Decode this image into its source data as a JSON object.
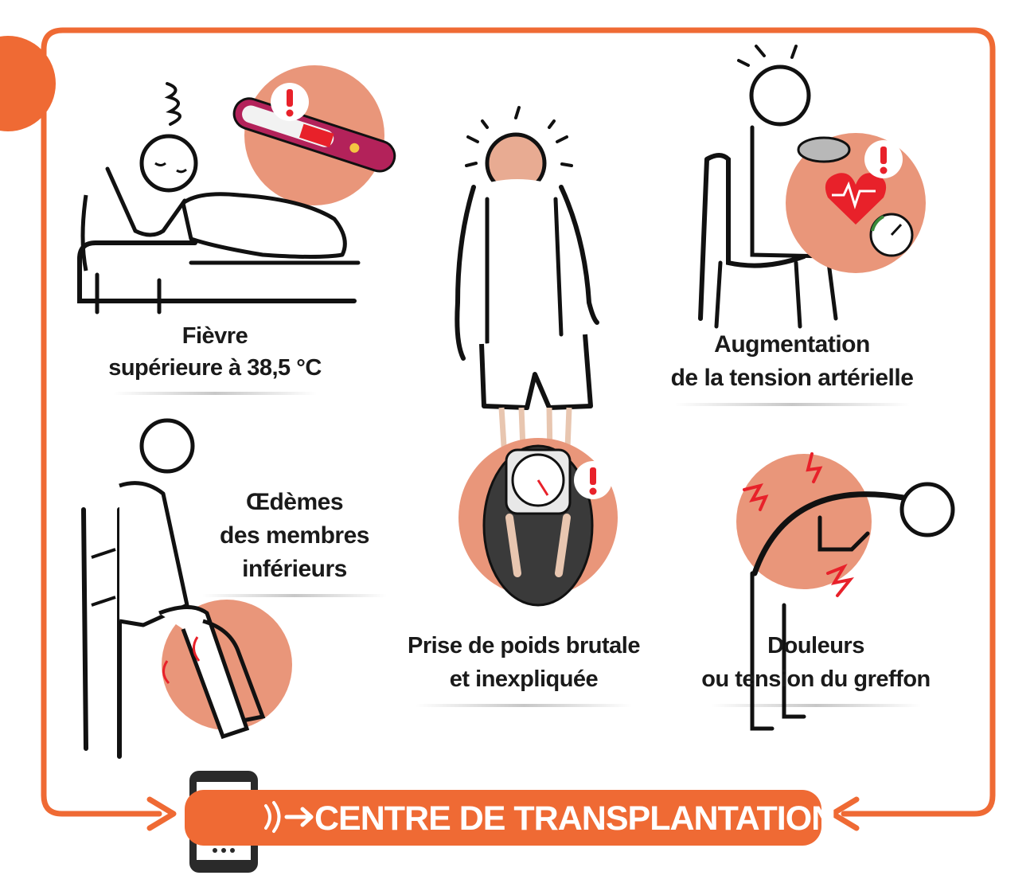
{
  "colors": {
    "accent_orange": "#ef6a34",
    "circle_salmon": "#e9967a",
    "alert_red": "#e8212a",
    "ink": "#111111"
  },
  "icons": [
    "thermometer-icon",
    "alert-icon",
    "heart-icon",
    "blood-pressure-gauge-icon",
    "scale-icon",
    "smartphone-doctor-icon",
    "signal-waves-icon",
    "arrow-right-icon"
  ],
  "symptoms": {
    "fever": {
      "line1": "Fièvre",
      "line2": "supérieure à 38,5 °C"
    },
    "tension": {
      "line1": "Augmentation",
      "line2": "de la tension artérielle"
    },
    "oedema": {
      "line1": "Œdèmes",
      "line2": "des membres",
      "line3": "inférieurs"
    },
    "weight": {
      "line1": "Prise de poids brutale",
      "line2": "et inexpliquée"
    },
    "pain": {
      "line1": "Douleurs",
      "line2": "ou tension du greffon"
    }
  },
  "footer": {
    "label": "CENTRE DE TRANSPLANTATION"
  }
}
